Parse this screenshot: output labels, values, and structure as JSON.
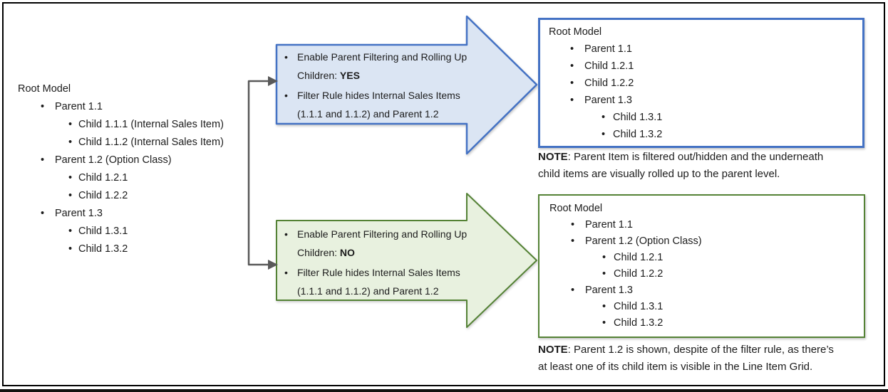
{
  "colors": {
    "blue_border": "#4472c4",
    "blue_fill": "#dbe5f3",
    "green_border": "#548235",
    "green_fill": "#e8f1df",
    "connector": "#595959",
    "text": "#1c1c1c",
    "frame": "#000000"
  },
  "left_tree": {
    "lines": [
      {
        "label": "Root Model",
        "level": 0
      },
      {
        "label": "Parent 1.1",
        "level": 1
      },
      {
        "label": "Child 1.1.1 (Internal Sales Item)",
        "level": 2
      },
      {
        "label": "Child 1.1.2 (Internal Sales Item)",
        "level": 2
      },
      {
        "label": "Parent 1.2 (Option Class)",
        "level": 1
      },
      {
        "label": "Child 1.2.1",
        "level": 2
      },
      {
        "label": "Child 1.2.2",
        "level": 2
      },
      {
        "label": "Parent 1.3",
        "level": 1
      },
      {
        "label": "Child 1.3.1",
        "level": 2
      },
      {
        "label": "Child 1.3.2",
        "level": 2
      }
    ]
  },
  "blue_arrow": {
    "b1_line1": "Enable Parent Filtering and Rolling Up",
    "b1_line2": "Children: ",
    "b1_bold": "YES",
    "b2_line1": "Filter Rule hides Internal Sales Items",
    "b2_line2": "(1.1.1 and 1.1.2) and Parent 1.2"
  },
  "green_arrow": {
    "b1_line1": "Enable Parent Filtering and Rolling Up",
    "b1_line2": "Children: ",
    "b1_bold": "NO",
    "b2_line1": "Filter Rule hides Internal Sales Items",
    "b2_line2": "(1.1.1 and 1.1.2) and Parent 1.2"
  },
  "blue_box": {
    "lines": [
      {
        "label": "Root Model",
        "level": 0
      },
      {
        "label": "Parent 1.1",
        "level": 1
      },
      {
        "label": "Child 1.2.1",
        "level": 1
      },
      {
        "label": "Child 1.2.2",
        "level": 1
      },
      {
        "label": "Parent 1.3",
        "level": 1
      },
      {
        "label": "Child 1.3.1",
        "level": 2
      },
      {
        "label": "Child 1.3.2",
        "level": 2
      }
    ]
  },
  "green_box": {
    "lines": [
      {
        "label": "Root Model",
        "level": 0
      },
      {
        "label": "Parent 1.1",
        "level": 1
      },
      {
        "label": "Parent 1.2 (Option Class)",
        "level": 1
      },
      {
        "label": "Child 1.2.1",
        "level": 2
      },
      {
        "label": "Child 1.2.2",
        "level": 2
      },
      {
        "label": "Parent 1.3",
        "level": 1
      },
      {
        "label": "Child 1.3.1",
        "level": 2
      },
      {
        "label": "Child 1.3.2",
        "level": 2
      }
    ]
  },
  "blue_note": {
    "bold": "NOTE",
    "rest": ": Parent Item is filtered out/hidden and the underneath",
    "line2": "child items are visually rolled up to the parent level."
  },
  "green_note": {
    "bold": "NOTE",
    "rest": ": Parent 1.2 is shown, despite of the filter rule, as there’s",
    "line2": "at least one of its child item is visible in the Line Item Grid."
  }
}
